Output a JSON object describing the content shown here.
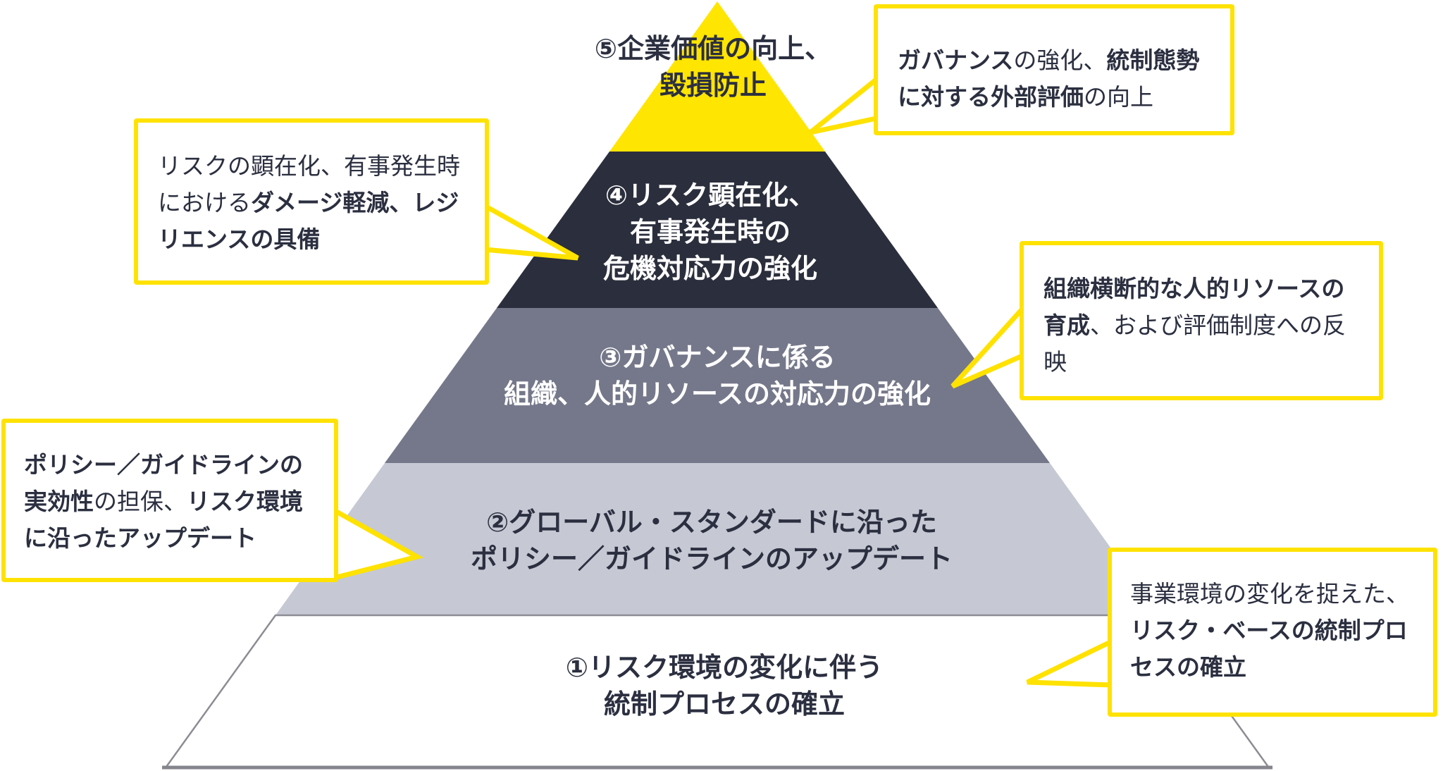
{
  "colors": {
    "accent_yellow": "#FFE200",
    "level5_yellow": "#FFE502",
    "level4_navy": "#2B2E3C",
    "level3_gray": "#75788A",
    "level2_light_gray": "#C6C9D4",
    "level1_white": "#FFFFFF",
    "level1_outline": "#8C8C94",
    "base_line": "#85858D",
    "text_dark": "#2B2F40",
    "text_light": "#FFFFFF"
  },
  "pyramid": {
    "levels": [
      {
        "num": "5",
        "fill": "#FFE502",
        "lines": [
          "⑤企業価値の向上、",
          "毀損防止"
        ]
      },
      {
        "num": "4",
        "fill": "#2B2E3C",
        "lines": [
          "④リスク顕在化、",
          "有事発生時の",
          "危機対応力の強化"
        ]
      },
      {
        "num": "3",
        "fill": "#75788A",
        "lines": [
          "③ガバナンスに係る",
          "組織、人的リソースの対応力の強化"
        ]
      },
      {
        "num": "2",
        "fill": "#C6C9D4",
        "lines": [
          "②グローバル・スタンダードに沿った",
          "ポリシー／ガイドラインのアップデート"
        ]
      },
      {
        "num": "1",
        "fill": "#FFFFFF",
        "lines": [
          "①リスク環境の変化に伴う",
          "統制プロセスの確立"
        ]
      }
    ]
  },
  "callouts": [
    {
      "name": "governance-evaluation",
      "points_to_level": "5",
      "segments": [
        {
          "text": "ガバナンス",
          "bold": true
        },
        {
          "text": "の強化、",
          "bold": false
        },
        {
          "text": "統制態勢に対する外部評価",
          "bold": true
        },
        {
          "text": "の向上",
          "bold": false
        }
      ]
    },
    {
      "name": "risk-materialization-resilience",
      "points_to_level": "4",
      "segments": [
        {
          "text": "リスクの顕在化、有事発生時における",
          "bold": false
        },
        {
          "text": "ダメージ軽減、レジリエンスの具備",
          "bold": true
        }
      ]
    },
    {
      "name": "human-resources-development",
      "points_to_level": "3",
      "segments": [
        {
          "text": "組織横断的な人的リソースの育成",
          "bold": true
        },
        {
          "text": "、および評価制度への反映",
          "bold": false
        }
      ]
    },
    {
      "name": "policy-guideline-effectiveness",
      "points_to_level": "2",
      "segments": [
        {
          "text": "ポリシー／ガイドラインの実効性",
          "bold": true
        },
        {
          "text": "の担保、",
          "bold": false
        },
        {
          "text": "リスク環境に沿ったアップデート",
          "bold": true
        }
      ]
    },
    {
      "name": "risk-based-control-process",
      "points_to_level": "1",
      "segments": [
        {
          "text": "事業環境の変化を捉えた、",
          "bold": false
        },
        {
          "text": "リスク・ベースの統制プロセスの確立",
          "bold": true
        }
      ]
    }
  ]
}
